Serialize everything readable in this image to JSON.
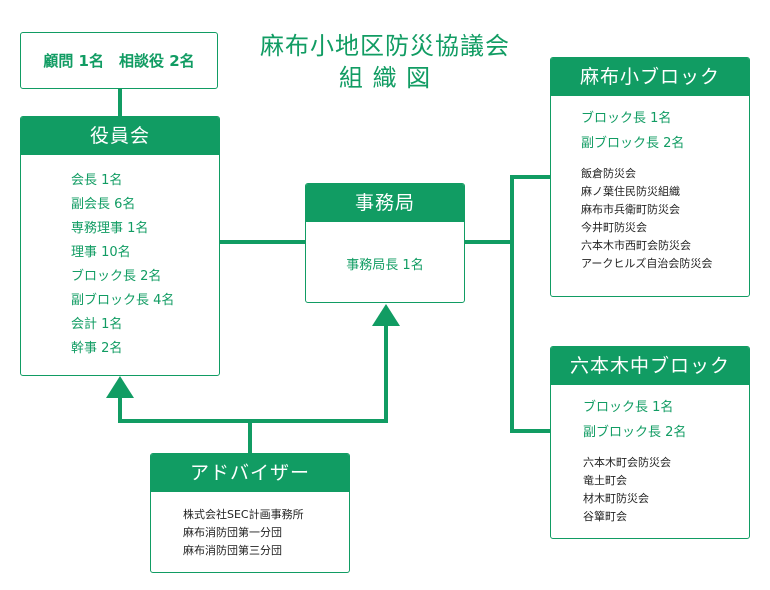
{
  "title": {
    "line1": "麻布小地区防災協議会",
    "line2": "組 織 図"
  },
  "advisors_top": {
    "text": "顧問 1名　相談役 2名"
  },
  "officers": {
    "header": "役員会",
    "items": [
      "会長 1名",
      "副会長 6名",
      "専務理事 1名",
      "理事 10名",
      "ブロック長 2名",
      "副ブロック長 4名",
      "会計 1名",
      "幹事 2名"
    ]
  },
  "secretariat": {
    "header": "事務局",
    "items": [
      "事務局長 1名"
    ]
  },
  "azabu_block": {
    "header": "麻布小ブロック",
    "leaders": [
      "ブロック長 1名",
      "副ブロック長 2名"
    ],
    "members": [
      "飯倉防災会",
      "麻ノ葉住民防災組織",
      "麻布市兵衛町防災会",
      "今井町防災会",
      "六本木市西町会防災会",
      "アークヒルズ自治会防災会"
    ]
  },
  "roppongi_block": {
    "header": "六本木中ブロック",
    "leaders": [
      "ブロック長 1名",
      "副ブロック長 2名"
    ],
    "members": [
      "六本木町会防災会",
      "竜土町会",
      "材木町防災会",
      "谷簞町会"
    ]
  },
  "advisers": {
    "header": "アドバイザー",
    "items": [
      "株式会社SEC計画事務所",
      "麻布消防団第一分団",
      "麻布消防団第三分団"
    ]
  },
  "colors": {
    "accent": "#119c63",
    "text": "#222222",
    "background": "#ffffff"
  }
}
